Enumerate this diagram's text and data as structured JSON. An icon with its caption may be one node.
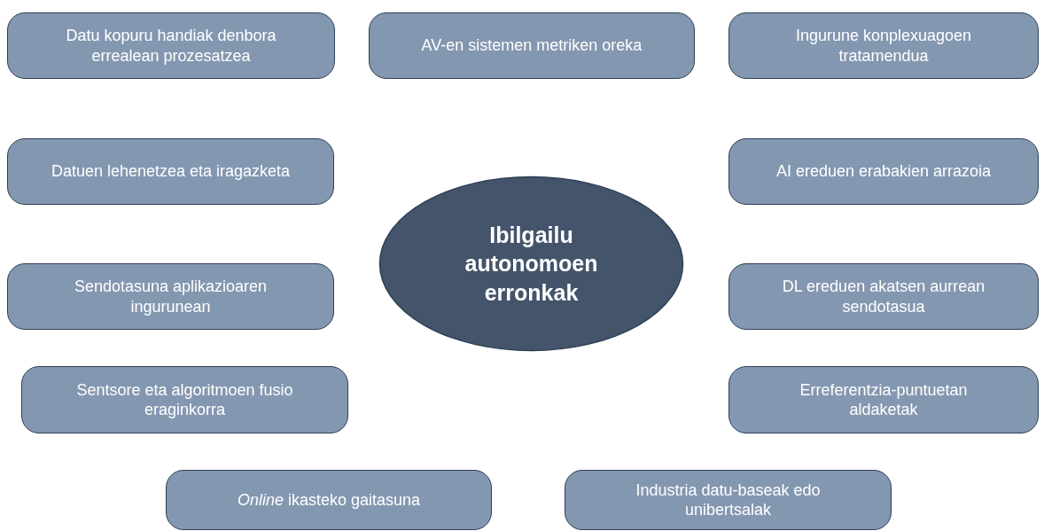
{
  "diagram": {
    "nodes": [
      {
        "text": [
          "Datu kopuru handiak denbora errealean prozesatzea"
        ]
      },
      {
        "text": [
          "AV-en sistemen metriken oreka"
        ]
      },
      {
        "text": [
          "Ingurune konplexuagoen tratamendua"
        ]
      },
      {
        "text": [
          "Datuen lehenetzea eta iragazketa"
        ]
      },
      {
        "text": [
          "AI ereduen erabakien arrazoia"
        ]
      },
      {
        "text": [
          "Ibilgailu autonomoen erronkak"
        ]
      },
      {
        "text": [
          "Sendotasuna aplikazioaren ingurunean"
        ]
      },
      {
        "text": [
          "DL ereduen akatsen aurrean sendotasua"
        ]
      },
      {
        "text": [
          "Sentsore eta algoritmoen fusio eraginkorra"
        ]
      },
      {
        "text": [
          "Erreferentzia-puntuetan aldaketak"
        ]
      },
      {
        "text": [
          "*Online* ikasteko gaitasuna"
        ]
      },
      {
        "text": [
          "Industria datu-baseak edo unibertsalak"
        ]
      }
    ]
  }
}
